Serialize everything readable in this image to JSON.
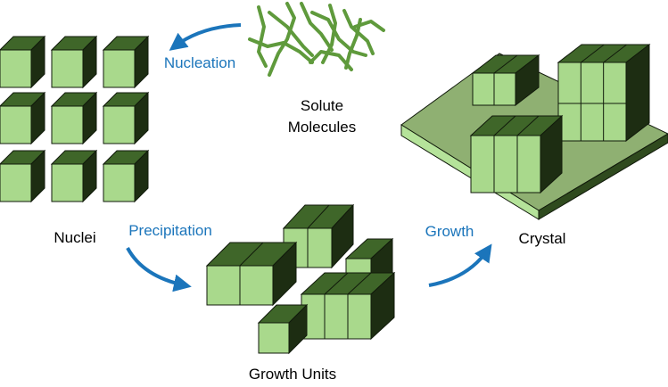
{
  "labels": {
    "solute": [
      "Solute",
      "Molecules"
    ],
    "nucleation": "Nucleation",
    "nuclei": "Nuclei",
    "precipitation": "Precipitation",
    "growth_units": "Growth Units",
    "growth": "Growth",
    "crystal": "Crystal"
  },
  "colors": {
    "cube_top": "#3f6629",
    "cube_front": "#a9d98c",
    "cube_side": "#1d2d12",
    "cube_edge": "#111a0b",
    "strand": "#5f9a3c",
    "plate_top": "#8fb072",
    "plate_front": "#b5e39a",
    "plate_side": "#2f4a1e",
    "arrow": "#1b75bb"
  }
}
